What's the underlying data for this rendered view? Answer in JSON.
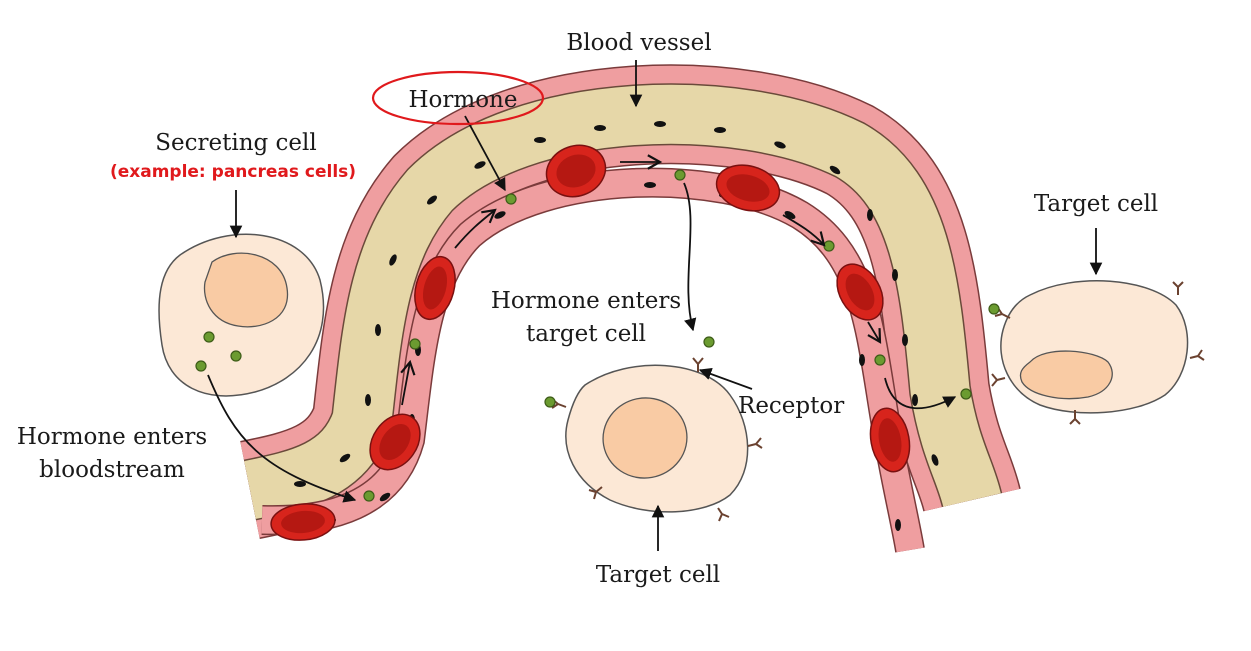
{
  "labels": {
    "blood_vessel": "Blood vessel",
    "hormone": "Hormone",
    "secreting_cell": "Secreting cell",
    "example": "(example: pancreas cells)",
    "target_cell_right": "Target cell",
    "hormone_enters_target_line1": "Hormone enters",
    "hormone_enters_target_line2": "target cell",
    "receptor": "Receptor",
    "hormone_enters_blood_line1": "Hormone enters",
    "hormone_enters_blood_line2": "bloodstream",
    "target_cell_bottom": "Target cell"
  },
  "colors": {
    "vessel_wall": "#ef9ea0",
    "plasma": "#e6d7a8",
    "cell_body": "#fce8d6",
    "nucleus": "#f9cba4",
    "rbc": "#d7241c",
    "hormone": "#5d8a2c",
    "highlight": "#e0191c"
  }
}
